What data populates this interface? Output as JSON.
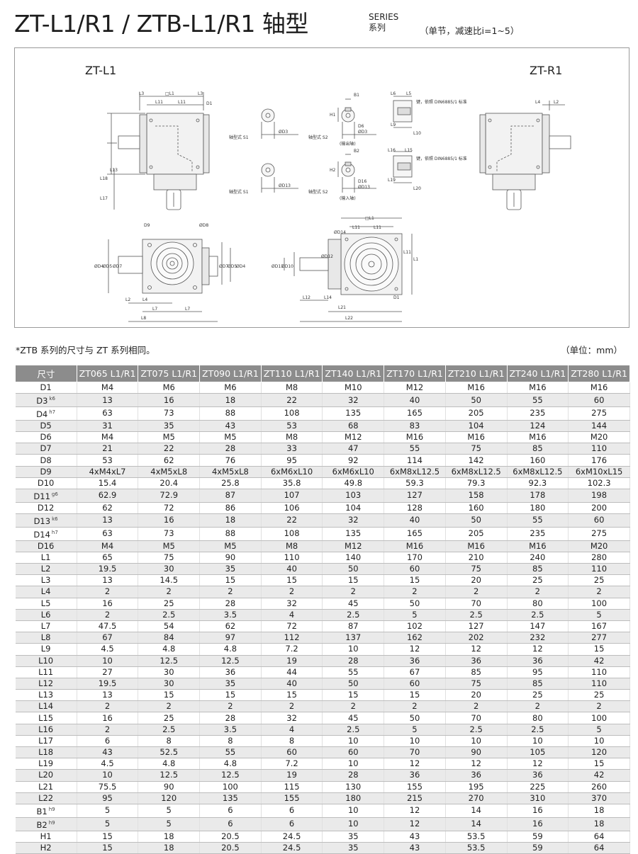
{
  "header": {
    "title": "ZT-L1/R1 / ZTB-L1/R1  轴型",
    "series_en": "SERIES",
    "series_cn": "系列",
    "note": "（单节，减速比i=1~5）"
  },
  "drawing": {
    "label_left": "ZT-L1",
    "label_right": "ZT-R1",
    "dims": {
      "L3": "L3",
      "L1_box": "□L1",
      "L11": "L11",
      "D1": "D1",
      "L17": "L17",
      "L18": "L18",
      "L13": "L13",
      "B1": "B1",
      "H1": "H1",
      "D6": "D6",
      "D3": "ØD3",
      "S1_top": "轴型式 S1",
      "S2_top": "轴型式 S2",
      "out_shaft": "(输出轴)",
      "in_shaft": "(输入轴)",
      "B2": "B2",
      "H2": "H2",
      "D16": "D16",
      "D13": "ØD13",
      "S1_bot": "轴型式 S1",
      "S2_bot": "轴型式 S2",
      "L6": "L6",
      "L5": "L5",
      "L9": "L9",
      "L10": "L10",
      "key1": "键，依照 DIN6885/1 标准",
      "L16": "L16",
      "L15": "L15",
      "L19": "L19",
      "L20": "L20",
      "key2": "键，依照 DIN6885/1 标准",
      "L4": "L4",
      "L2": "L2",
      "D9": "D9",
      "D8": "ØD8",
      "D4": "ØD4",
      "D5": "ØD5",
      "D7": "ØD7",
      "L7": "L7",
      "L8": "L8",
      "D14": "ØD14",
      "D11": "ØD11",
      "D10": "ØD10",
      "D12": "ØD12",
      "L12": "L12",
      "L14": "L14",
      "L21": "L21",
      "L22": "L22",
      "D1b": "D1",
      "L1": "L1"
    }
  },
  "footnote_left": "*ZTB 系列的尺寸与 ZT 系列相同。",
  "footnote_right": "（单位：mm）",
  "table": {
    "headers": [
      "尺寸",
      "ZT065 L1/R1",
      "ZT075 L1/R1",
      "ZT090 L1/R1",
      "ZT110 L1/R1",
      "ZT140 L1/R1",
      "ZT170 L1/R1",
      "ZT210 L1/R1",
      "ZT240 L1/R1",
      "ZT280 L1/R1"
    ],
    "rows": [
      {
        "name": "D1",
        "sub": "",
        "values": [
          "M4",
          "M6",
          "M6",
          "M8",
          "M10",
          "M12",
          "M16",
          "M16",
          "M16"
        ]
      },
      {
        "name": "D3",
        "sub": "k6",
        "values": [
          "13",
          "16",
          "18",
          "22",
          "32",
          "40",
          "50",
          "55",
          "60"
        ]
      },
      {
        "name": "D4",
        "sub": "h7",
        "values": [
          "63",
          "73",
          "88",
          "108",
          "135",
          "165",
          "205",
          "235",
          "275"
        ]
      },
      {
        "name": "D5",
        "sub": "",
        "values": [
          "31",
          "35",
          "43",
          "53",
          "68",
          "83",
          "104",
          "124",
          "144"
        ]
      },
      {
        "name": "D6",
        "sub": "",
        "values": [
          "M4",
          "M5",
          "M5",
          "M8",
          "M12",
          "M16",
          "M16",
          "M16",
          "M20"
        ]
      },
      {
        "name": "D7",
        "sub": "",
        "values": [
          "21",
          "22",
          "28",
          "33",
          "47",
          "55",
          "75",
          "85",
          "110"
        ]
      },
      {
        "name": "D8",
        "sub": "",
        "values": [
          "53",
          "62",
          "76",
          "95",
          "92",
          "114",
          "142",
          "160",
          "176"
        ]
      },
      {
        "name": "D9",
        "sub": "",
        "values": [
          "4xM4xL7",
          "4xM5xL8",
          "4xM5xL8",
          "6xM6xL10",
          "6xM6xL10",
          "6xM8xL12.5",
          "6xM8xL12.5",
          "6xM8xL12.5",
          "6xM10xL15"
        ]
      },
      {
        "name": "D10",
        "sub": "",
        "values": [
          "15.4",
          "20.4",
          "25.8",
          "35.8",
          "49.8",
          "59.3",
          "79.3",
          "92.3",
          "102.3"
        ]
      },
      {
        "name": "D11",
        "sub": "g6",
        "values": [
          "62.9",
          "72.9",
          "87",
          "107",
          "103",
          "127",
          "158",
          "178",
          "198"
        ]
      },
      {
        "name": "D12",
        "sub": "",
        "values": [
          "62",
          "72",
          "86",
          "106",
          "104",
          "128",
          "160",
          "180",
          "200"
        ]
      },
      {
        "name": "D13",
        "sub": "k6",
        "values": [
          "13",
          "16",
          "18",
          "22",
          "32",
          "40",
          "50",
          "55",
          "60"
        ]
      },
      {
        "name": "D14",
        "sub": "h7",
        "values": [
          "63",
          "73",
          "88",
          "108",
          "135",
          "165",
          "205",
          "235",
          "275"
        ]
      },
      {
        "name": "D16",
        "sub": "",
        "values": [
          "M4",
          "M5",
          "M5",
          "M8",
          "M12",
          "M16",
          "M16",
          "M16",
          "M20"
        ]
      },
      {
        "name": "L1",
        "sub": "",
        "values": [
          "65",
          "75",
          "90",
          "110",
          "140",
          "170",
          "210",
          "240",
          "280"
        ]
      },
      {
        "name": "L2",
        "sub": "",
        "values": [
          "19.5",
          "30",
          "35",
          "40",
          "50",
          "60",
          "75",
          "85",
          "110"
        ]
      },
      {
        "name": "L3",
        "sub": "",
        "values": [
          "13",
          "14.5",
          "15",
          "15",
          "15",
          "15",
          "20",
          "25",
          "25"
        ]
      },
      {
        "name": "L4",
        "sub": "",
        "values": [
          "2",
          "2",
          "2",
          "2",
          "2",
          "2",
          "2",
          "2",
          "2"
        ]
      },
      {
        "name": "L5",
        "sub": "",
        "values": [
          "16",
          "25",
          "28",
          "32",
          "45",
          "50",
          "70",
          "80",
          "100"
        ]
      },
      {
        "name": "L6",
        "sub": "",
        "values": [
          "2",
          "2.5",
          "3.5",
          "4",
          "2.5",
          "5",
          "2.5",
          "2.5",
          "5"
        ]
      },
      {
        "name": "L7",
        "sub": "",
        "values": [
          "47.5",
          "54",
          "62",
          "72",
          "87",
          "102",
          "127",
          "147",
          "167"
        ]
      },
      {
        "name": "L8",
        "sub": "",
        "values": [
          "67",
          "84",
          "97",
          "112",
          "137",
          "162",
          "202",
          "232",
          "277"
        ]
      },
      {
        "name": "L9",
        "sub": "",
        "values": [
          "4.5",
          "4.8",
          "4.8",
          "7.2",
          "10",
          "12",
          "12",
          "12",
          "15"
        ]
      },
      {
        "name": "L10",
        "sub": "",
        "values": [
          "10",
          "12.5",
          "12.5",
          "19",
          "28",
          "36",
          "36",
          "36",
          "42"
        ]
      },
      {
        "name": "L11",
        "sub": "",
        "values": [
          "27",
          "30",
          "36",
          "44",
          "55",
          "67",
          "85",
          "95",
          "110"
        ]
      },
      {
        "name": "L12",
        "sub": "",
        "values": [
          "19.5",
          "30",
          "35",
          "40",
          "50",
          "60",
          "75",
          "85",
          "110"
        ]
      },
      {
        "name": "L13",
        "sub": "",
        "values": [
          "13",
          "15",
          "15",
          "15",
          "15",
          "15",
          "20",
          "25",
          "25"
        ]
      },
      {
        "name": "L14",
        "sub": "",
        "values": [
          "2",
          "2",
          "2",
          "2",
          "2",
          "2",
          "2",
          "2",
          "2"
        ]
      },
      {
        "name": "L15",
        "sub": "",
        "values": [
          "16",
          "25",
          "28",
          "32",
          "45",
          "50",
          "70",
          "80",
          "100"
        ]
      },
      {
        "name": "L16",
        "sub": "",
        "values": [
          "2",
          "2.5",
          "3.5",
          "4",
          "2.5",
          "5",
          "2.5",
          "2.5",
          "5"
        ]
      },
      {
        "name": "L17",
        "sub": "",
        "values": [
          "6",
          "8",
          "8",
          "8",
          "10",
          "10",
          "10",
          "10",
          "10"
        ]
      },
      {
        "name": "L18",
        "sub": "",
        "values": [
          "43",
          "52.5",
          "55",
          "60",
          "60",
          "70",
          "90",
          "105",
          "120"
        ]
      },
      {
        "name": "L19",
        "sub": "",
        "values": [
          "4.5",
          "4.8",
          "4.8",
          "7.2",
          "10",
          "12",
          "12",
          "12",
          "15"
        ]
      },
      {
        "name": "L20",
        "sub": "",
        "values": [
          "10",
          "12.5",
          "12.5",
          "19",
          "28",
          "36",
          "36",
          "36",
          "42"
        ]
      },
      {
        "name": "L21",
        "sub": "",
        "values": [
          "75.5",
          "90",
          "100",
          "115",
          "130",
          "155",
          "195",
          "225",
          "260"
        ]
      },
      {
        "name": "L22",
        "sub": "",
        "values": [
          "95",
          "120",
          "135",
          "155",
          "180",
          "215",
          "270",
          "310",
          "370"
        ]
      },
      {
        "name": "B1",
        "sub": "h9",
        "values": [
          "5",
          "5",
          "6",
          "6",
          "10",
          "12",
          "14",
          "16",
          "18"
        ]
      },
      {
        "name": "B2",
        "sub": "h9",
        "values": [
          "5",
          "5",
          "6",
          "6",
          "10",
          "12",
          "14",
          "16",
          "18"
        ]
      },
      {
        "name": "H1",
        "sub": "",
        "values": [
          "15",
          "18",
          "20.5",
          "24.5",
          "35",
          "43",
          "53.5",
          "59",
          "64"
        ]
      },
      {
        "name": "H2",
        "sub": "",
        "values": [
          "15",
          "18",
          "20.5",
          "24.5",
          "35",
          "43",
          "53.5",
          "59",
          "64"
        ]
      }
    ]
  }
}
